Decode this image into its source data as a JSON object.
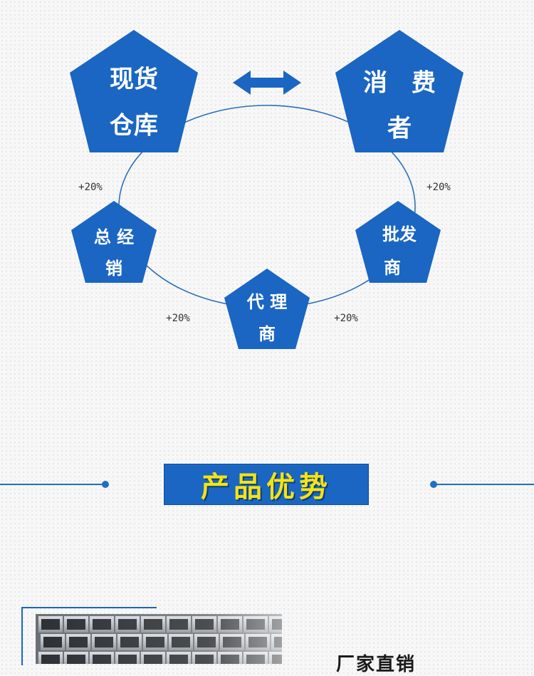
{
  "diagram": {
    "arrow": "double-arrow",
    "nodes": {
      "stock_warehouse": [
        "现货",
        "仓库"
      ],
      "consumer": [
        "消　费",
        "者"
      ],
      "general_distributor": [
        "总 经",
        "销"
      ],
      "agent": [
        "代 理",
        "商"
      ],
      "wholesaler": [
        "批发",
        "商"
      ]
    },
    "markups": {
      "left": "+20%",
      "right": "+20%",
      "bottom_left": "+20%",
      "bottom_right": "+20%"
    }
  },
  "banner": {
    "title": "产品优势"
  },
  "section": {
    "title": "厂家直销"
  },
  "colors": {
    "node_blue": "#1a66c2",
    "circle_line": "#2b6fb7",
    "banner_text": "#f5e313"
  }
}
